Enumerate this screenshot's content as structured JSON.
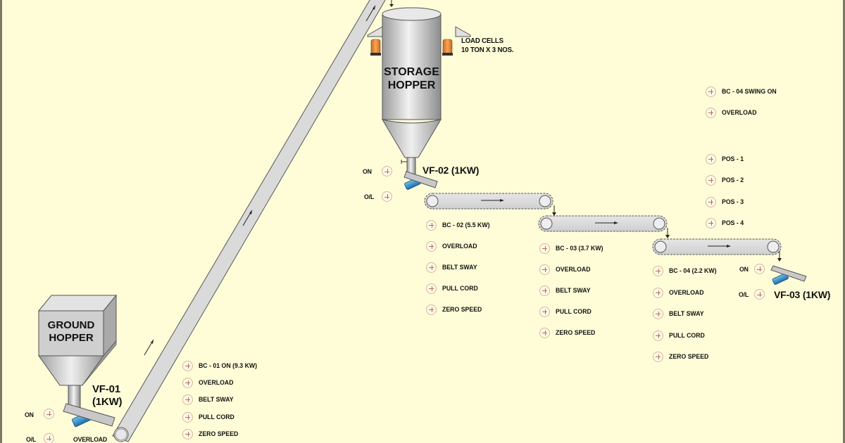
{
  "colors": {
    "background": "#fffdd8",
    "border": "#7b7a66",
    "steel": "#cfcfcf",
    "load_cell": "#e88a3a",
    "feeder_motor": "#3a96d4",
    "indicator_ring": "#d8b49a",
    "indicator_plus": "#b46a5a"
  },
  "ground_hopper": {
    "title_line1": "GROUND",
    "title_line2": "HOPPER",
    "feeder_line1": "VF-01",
    "feeder_line2": "(1KW)",
    "on_label": "ON",
    "ol_label": "O/L",
    "overload_label": "OVERLOAD"
  },
  "bc01": {
    "status": [
      "BC - 01 ON (9.3 KW)",
      "OVERLOAD",
      "BELT SWAY",
      "PULL CORD",
      "ZERO SPEED"
    ]
  },
  "storage_hopper": {
    "title_line1": "STORAGE",
    "title_line2": "HOPPER",
    "load_cells_line1": "LOAD CELLS",
    "load_cells_line2": "10 TON X 3 NOS.",
    "feeder": "VF-02 (1KW)",
    "on_label": "ON",
    "ol_label": "O/L"
  },
  "bc02": {
    "status": [
      "BC - 02 (5.5 KW)",
      "OVERLOAD",
      "BELT SWAY",
      "PULL CORD",
      "ZERO SPEED"
    ]
  },
  "bc03": {
    "status": [
      "BC - 03 (3.7 KW)",
      "OVERLOAD",
      "BELT SWAY",
      "PULL CORD",
      "ZERO SPEED"
    ]
  },
  "bc04": {
    "status": [
      "BC - 04 (2.2 KW)",
      "OVERLOAD",
      "BELT SWAY",
      "PULL CORD",
      "ZERO SPEED"
    ],
    "swing": [
      "BC - 04 SWING ON",
      "OVERLOAD"
    ],
    "positions": [
      "POS - 1",
      "POS - 2",
      "POS - 3",
      "POS - 4"
    ]
  },
  "vf03": {
    "feeder": "VF-03 (1KW)",
    "on_label": "ON",
    "ol_label": "O/L"
  }
}
